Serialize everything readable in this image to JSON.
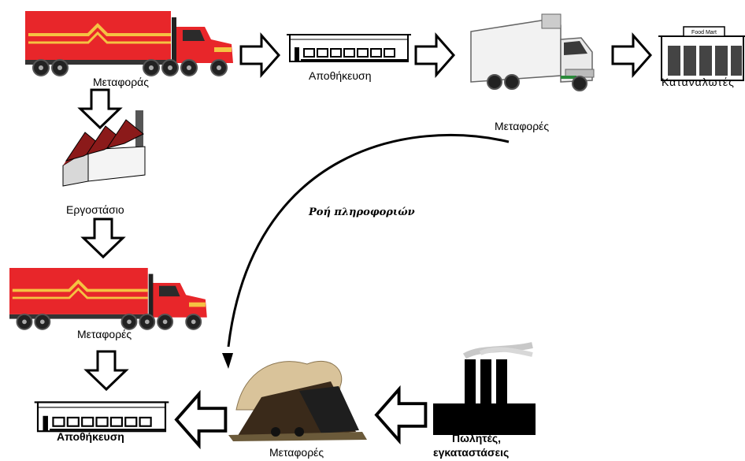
{
  "labels": {
    "transport_top_left": "Μεταφοράς",
    "warehouse_top": "Αποθήκευση",
    "consumers": "Καταναλωτές",
    "transport_right": "Μεταφορές",
    "factory": "Εργοστάσιο",
    "info_flow": "Ροή πληροφοριών",
    "transport_mid_left": "Μεταφορές",
    "warehouse_bottom": "Αποθήκευση",
    "transport_bottom": "Μεταφορές",
    "suppliers_line1": "Πωλητές,",
    "suppliers_line2": "εγκαταστάσεις"
  },
  "store_sign": "Food Mart",
  "colors": {
    "truck_red": "#e8262a",
    "truck_stripe": "#f5c242",
    "wheel": "#222222",
    "cab_white": "#f2f2f2",
    "factory_roof": "#8b1a1a",
    "arrow_outline": "#000000",
    "smoke": "#d9c39a"
  }
}
